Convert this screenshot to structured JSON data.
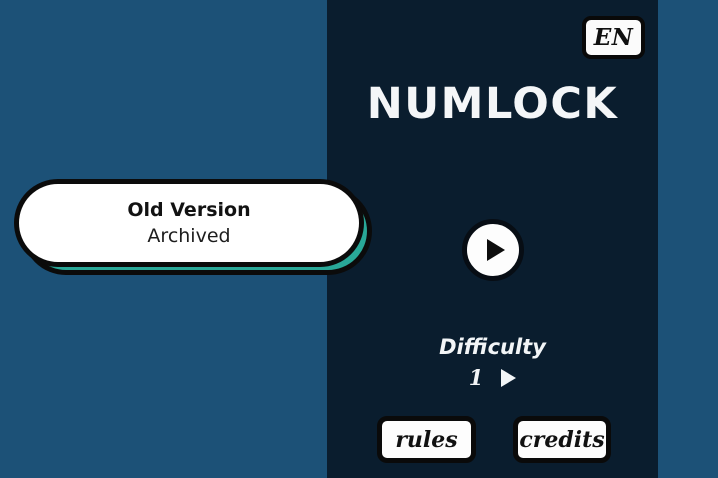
{
  "theme": {
    "background_blue": "#1c5177",
    "panel_dark": "#0a1d2e",
    "accent_teal": "#29a898",
    "outline_black": "#0b0b0b",
    "surface_white": "#ffffff"
  },
  "header": {
    "language_badge": "EN",
    "title": "NUMLOCK"
  },
  "main": {
    "play_icon": "play-triangle-icon",
    "difficulty": {
      "label": "Difficulty",
      "value": "1",
      "next_icon": "triangle-right-icon"
    }
  },
  "menu": {
    "buttons": [
      {
        "label": "rules"
      },
      {
        "label": "credits"
      }
    ]
  },
  "overlay": {
    "title": "Old Version",
    "subtitle": "Archived"
  }
}
